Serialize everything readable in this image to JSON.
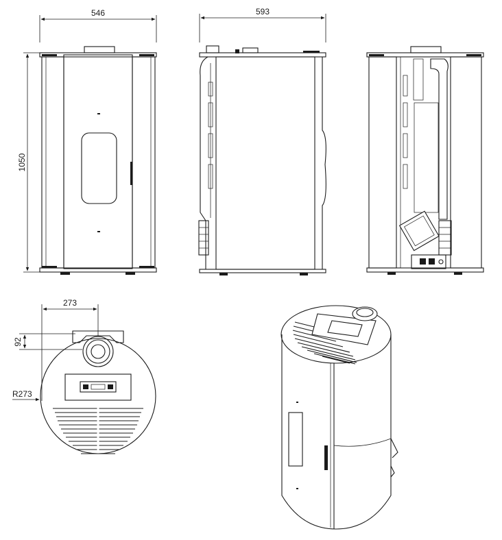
{
  "dimensions": {
    "front_width": "546",
    "side_depth": "593",
    "height": "1050",
    "flue_offset_x": "273",
    "flue_offset_y": "92",
    "radius": "R273"
  },
  "colors": {
    "line": "#1a1a1a",
    "background": "#ffffff"
  }
}
